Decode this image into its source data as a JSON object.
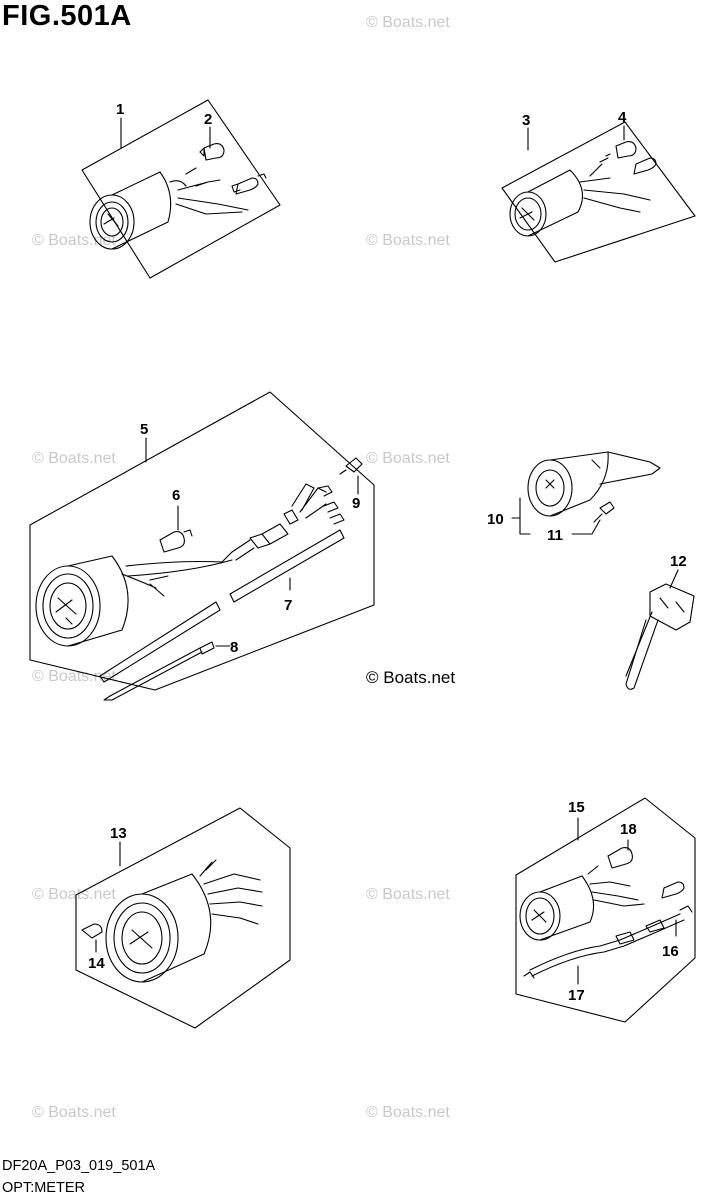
{
  "figure": {
    "title": "FIG.501A",
    "code": "DF20A_P03_019_501A",
    "caption": "OPT:METER"
  },
  "watermark": {
    "text": "© Boats.net",
    "prominent_text": "© Boats.net"
  },
  "callouts": [
    "1",
    "2",
    "3",
    "4",
    "5",
    "6",
    "7",
    "8",
    "9",
    "10",
    "11",
    "12",
    "13",
    "14",
    "15",
    "16",
    "17",
    "18"
  ]
}
